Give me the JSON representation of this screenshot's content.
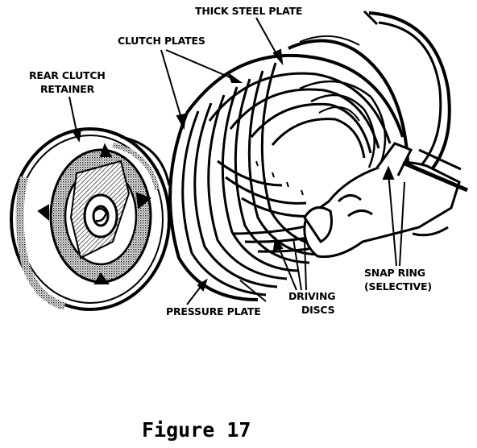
{
  "figure": {
    "caption": "Figure 17",
    "labels": {
      "thick_steel_plate": "THICK STEEL PLATE",
      "clutch_plates": "CLUTCH PLATES",
      "rear_clutch_retainer_line1": "REAR CLUTCH",
      "rear_clutch_retainer_line2": "RETAINER",
      "snap_ring_line1": "SNAP RING",
      "snap_ring_line2": "(SELECTIVE)",
      "driving_discs_line1": "DRIVING",
      "driving_discs_line2": "DISCS",
      "pressure_plate": "PRESSURE PLATE"
    }
  }
}
